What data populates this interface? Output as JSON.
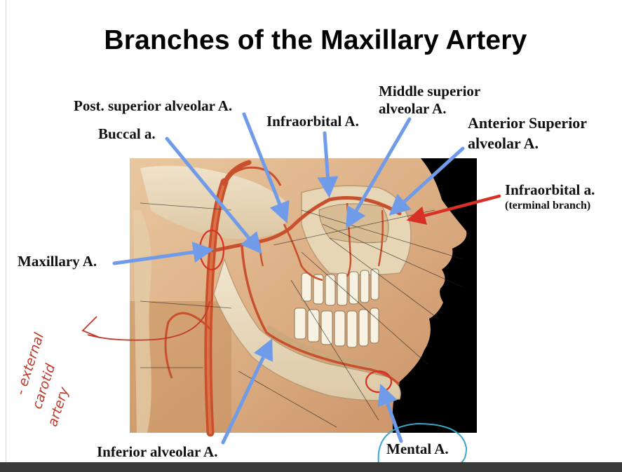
{
  "slide": {
    "title": "Branches of the Maxillary Artery"
  },
  "labels": {
    "post_superior_alveolar": "Post. superior alveolar A.",
    "buccal": "Buccal a.",
    "infraorbital": "Infraorbital A.",
    "middle_superior_alveolar_1": "Middle superior",
    "middle_superior_alveolar_2": "alveolar A.",
    "anterior_superior_1": "Anterior Superior",
    "anterior_superior_2": "alveolar A.",
    "infraorbital_terminal_1": "Infraorbital a.",
    "infraorbital_terminal_2": "(terminal branch)",
    "maxillary": "Maxillary A.",
    "inferior_alveolar": "Inferior alveolar A.",
    "mental": "Mental A."
  },
  "annotations": {
    "handwritten_1": "- external",
    "handwritten_2": "carotid",
    "handwritten_3": "artery"
  },
  "colors": {
    "pointer_arrow": "#6f9be8",
    "terminal_arrow": "#d93025",
    "annotation_ink": "#c0392b",
    "highlight_circle": "#3aa6c9",
    "artery": "#c8502c"
  }
}
